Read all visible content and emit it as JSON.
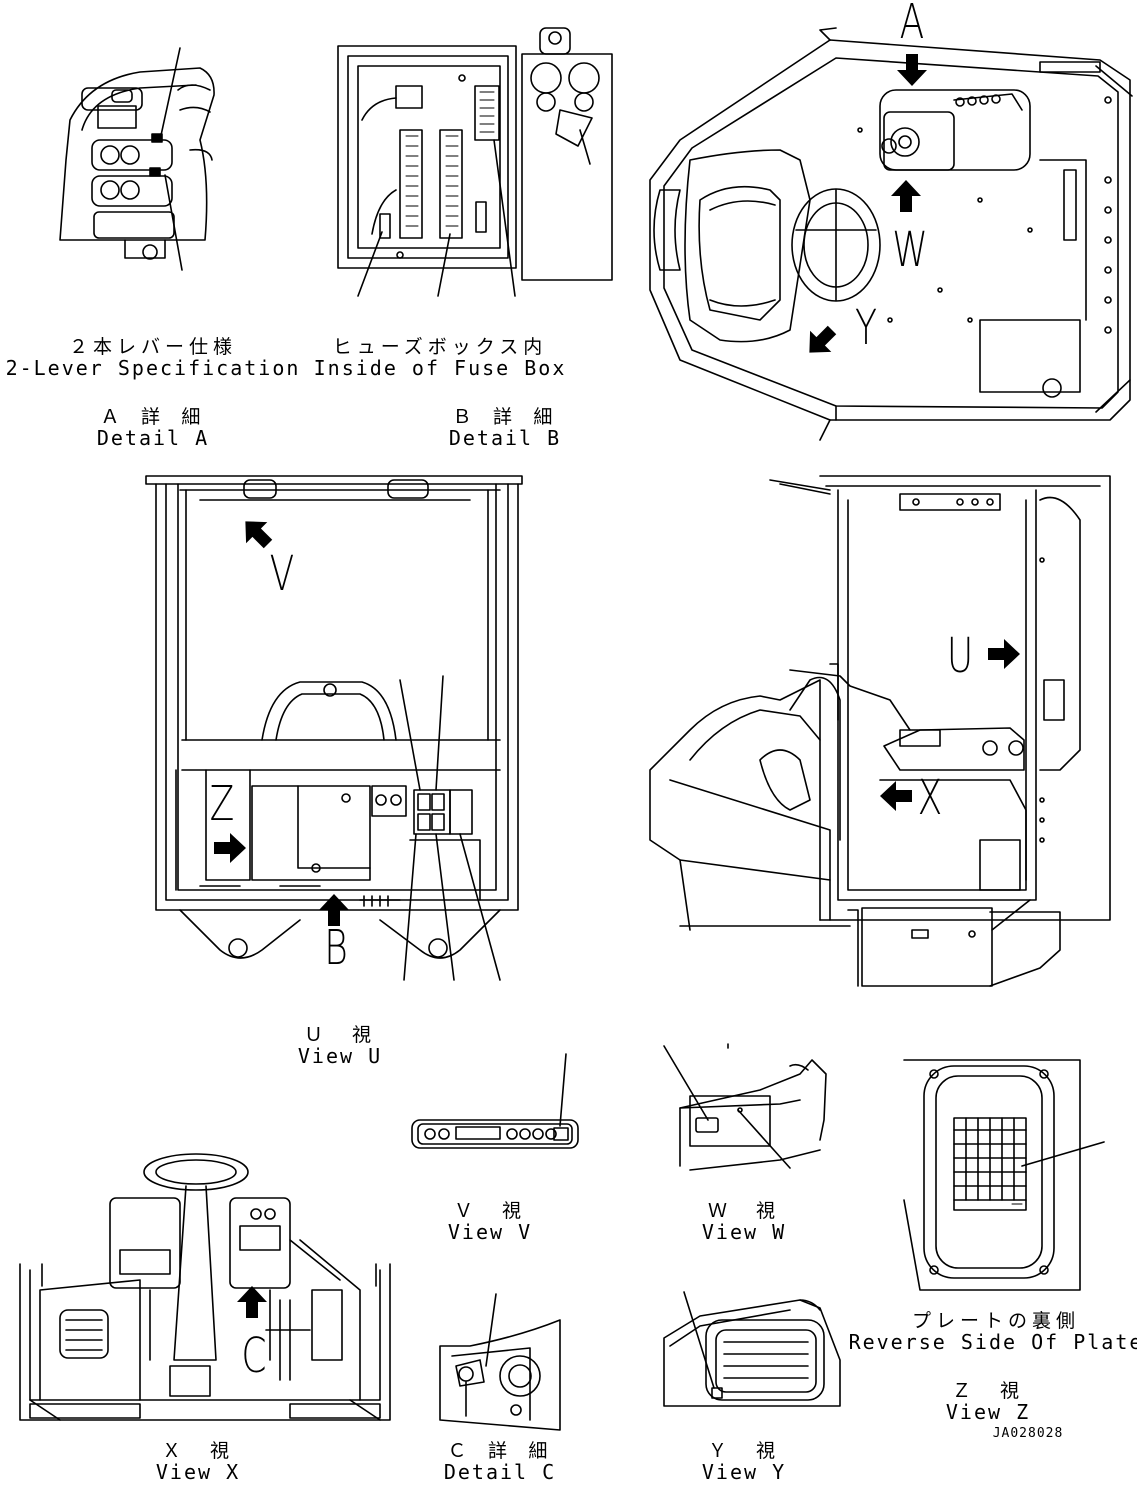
{
  "labels": {
    "detail_a": {
      "spec_jp": "２本レバー仕様",
      "spec_en": "2-Lever Specification",
      "title_jp": "Ａ 詳 細",
      "title_en": "Detail A"
    },
    "detail_b": {
      "spec_jp": "ヒューズボックス内",
      "spec_en": "Inside of Fuse Box",
      "title_jp": "Ｂ 詳 細",
      "title_en": "Detail B"
    },
    "view_u": {
      "title_jp": "Ｕ　視",
      "title_en": "View U"
    },
    "view_v": {
      "title_jp": "Ｖ　視",
      "title_en": "View V"
    },
    "view_w": {
      "title_jp": "Ｗ　視",
      "title_en": "View W"
    },
    "view_x": {
      "title_jp": "Ｘ　視",
      "title_en": "View X"
    },
    "detail_c": {
      "title_jp": "Ｃ 詳 細",
      "title_en": "Detail C"
    },
    "view_y": {
      "title_jp": "Ｙ　視",
      "title_en": "View Y"
    },
    "view_z": {
      "spec_jp": "プレートの裏側",
      "spec_en": "Reverse Side Of Plate",
      "title_jp": "Ｚ　視",
      "title_en": "View Z"
    }
  },
  "callouts": {
    "a": "A",
    "w": "W",
    "y": "Y",
    "v": "V",
    "z": "Z",
    "b": "B",
    "u": "U",
    "x": "X",
    "c": "C"
  },
  "drawing_code": "JA028028",
  "colors": {
    "ink": "#000000",
    "paper": "#ffffff"
  }
}
